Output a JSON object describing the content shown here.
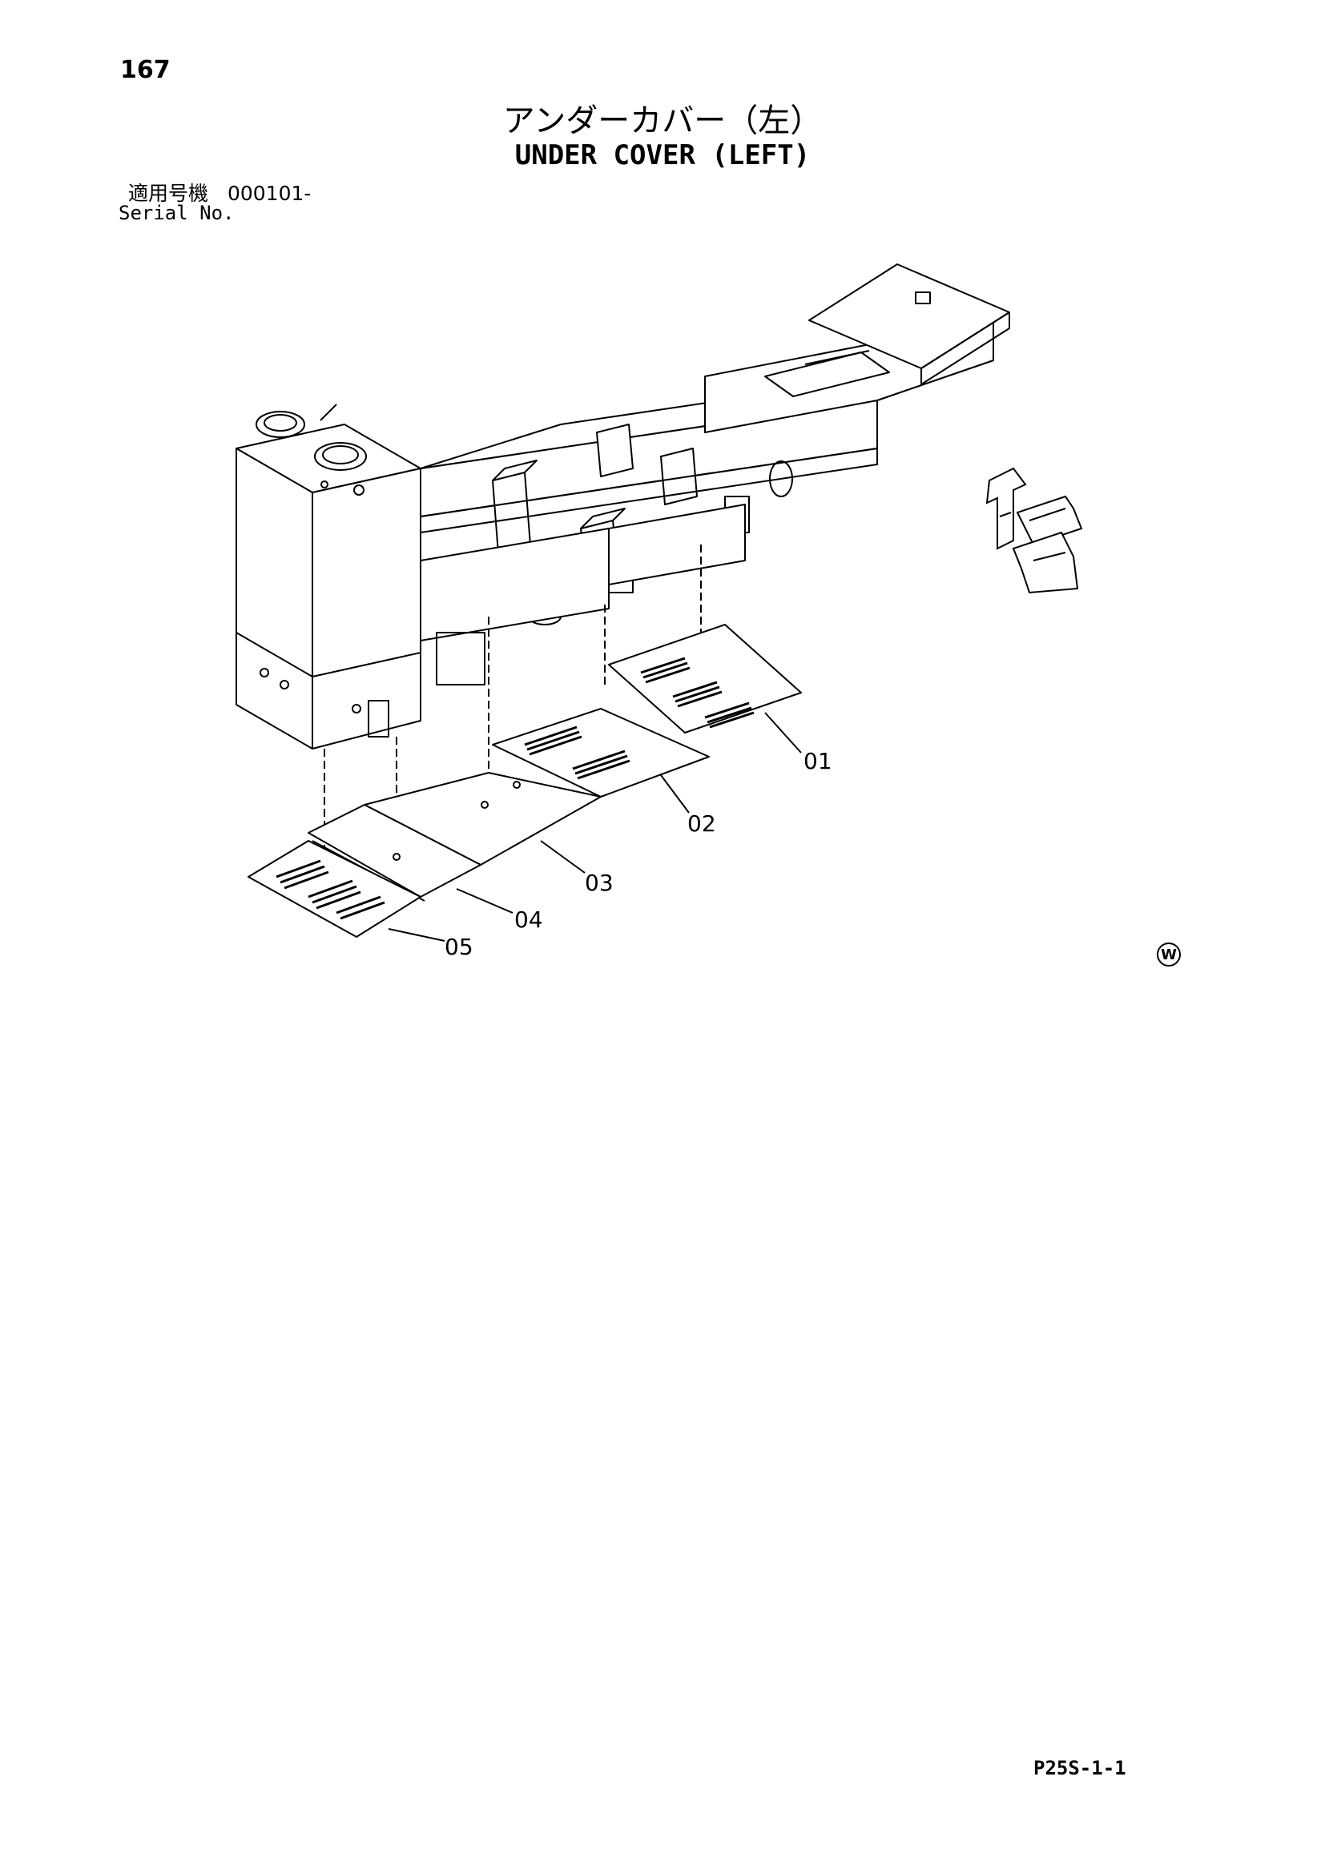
{
  "page": {
    "number": "167",
    "title_jp": "アンダーカバー（左）",
    "title_en": "UNDER COVER (LEFT)",
    "serial_label_jp": "適用号機",
    "serial_value": "000101-",
    "serial_label_en": "Serial No.",
    "code": "P25S-1-1",
    "mark": "W"
  },
  "diagram": {
    "parts": [
      {
        "id": "01",
        "label": "01"
      },
      {
        "id": "02",
        "label": "02"
      },
      {
        "id": "03",
        "label": "03"
      },
      {
        "id": "04",
        "label": "04"
      },
      {
        "id": "05",
        "label": "05"
      }
    ],
    "direction_indicator_icon": "direction-arrows-icon"
  }
}
